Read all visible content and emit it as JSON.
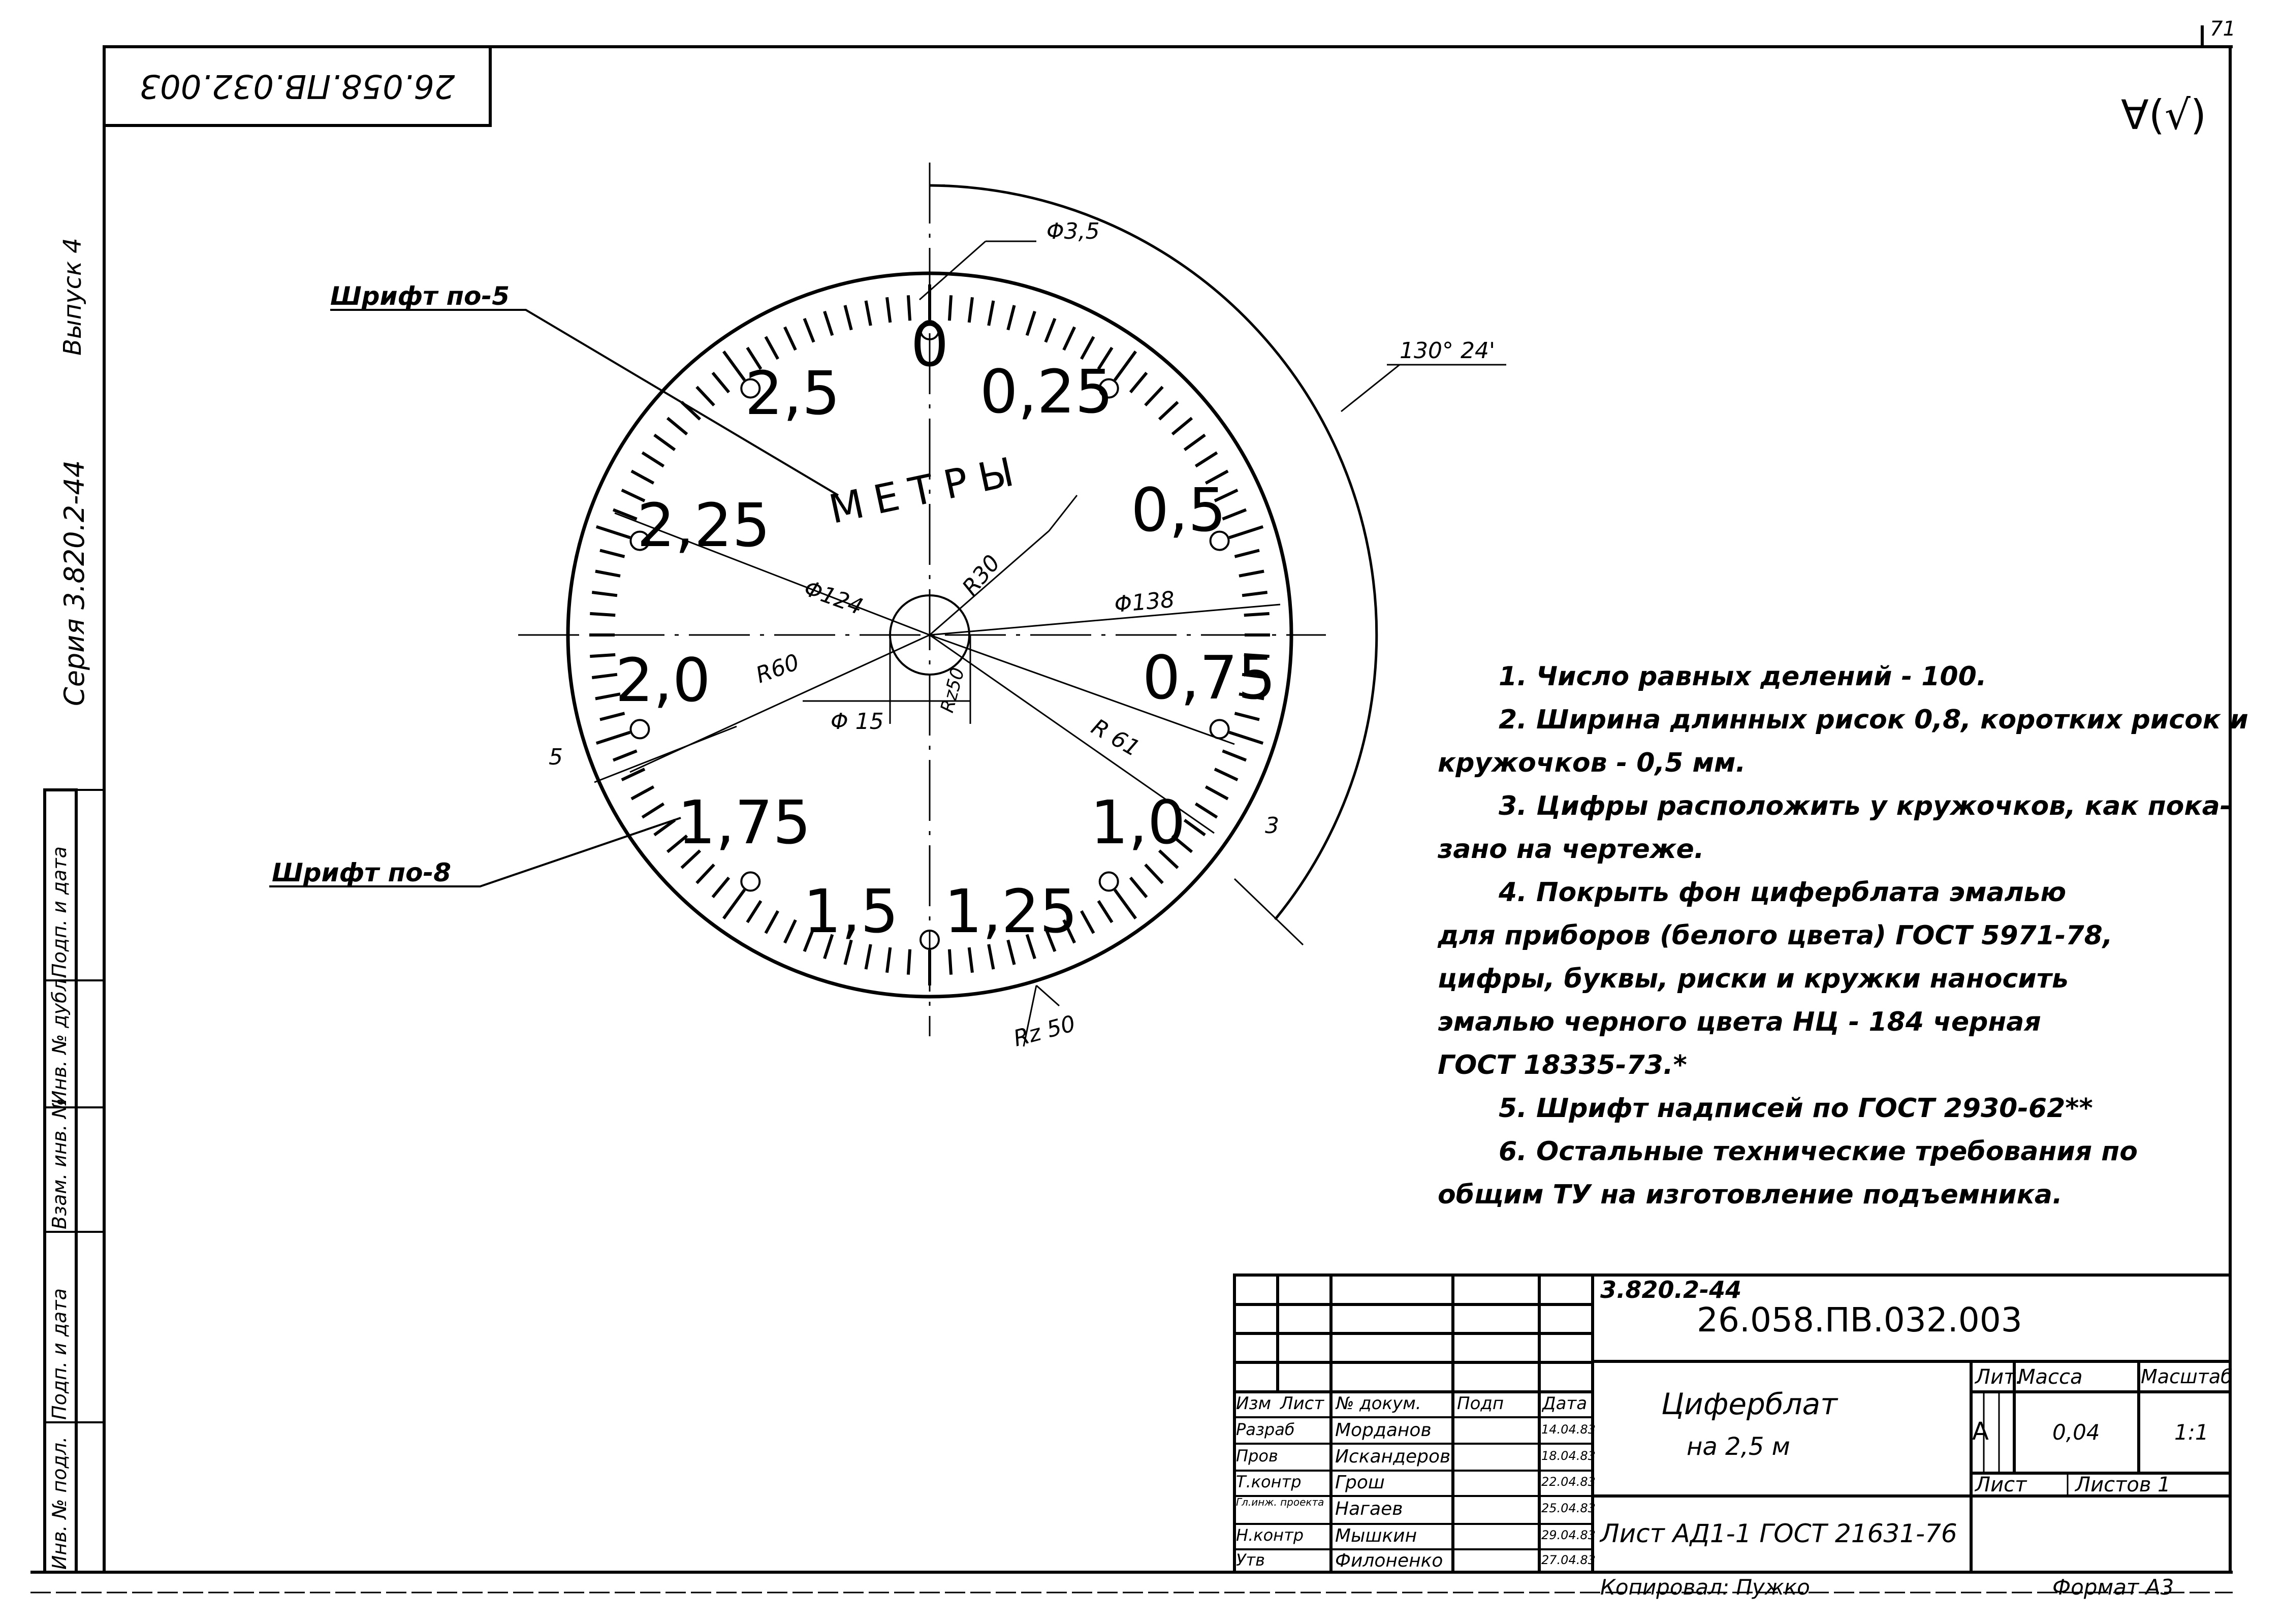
{
  "sheet": {
    "page_number": "71",
    "roughness_mark": "∀(√)",
    "top_stamp": "26.058.ПВ.032.003",
    "left_margin": {
      "series": "Серия 3.820.2-44",
      "issue": "Выпуск 4",
      "stamp_cells": [
        "Подп. и дата",
        "Инв. № дубл.",
        "Взам. инв. №",
        "Подп. и дата",
        "Инв. № подл."
      ]
    }
  },
  "drawing": {
    "dial_numbers": [
      "0",
      "0,25",
      "0,5",
      "0,75",
      "1,0",
      "1,25",
      "1,5",
      "1,75",
      "2,0",
      "2,25",
      "2,5"
    ],
    "unit_label": "МЕТРЫ",
    "callouts": {
      "font5": "Шрифт по-5",
      "font8": "Шрифт по-8"
    },
    "dimensions": {
      "hole_dia": "Φ3,5",
      "angle": "130° 24'",
      "d124": "Φ124",
      "r30": "R30",
      "d138": "Φ138",
      "r60": "R60",
      "d15": "Φ 15",
      "rz50_inner": "Rz50",
      "r61": "R 61",
      "dim5": "5",
      "dim3": "3",
      "rz50_outer": "Rz 50"
    }
  },
  "notes": [
    "1.  Число равных делений - 100.",
    "2.  Ширина длинных рисок 0,8, коротких рисок и",
    "кружочков - 0,5 мм.",
    "3.  Цифры расположить у кружочков, как пока-",
    "зано на  чертеже.",
    "4.  Покрыть фон  циферблата  эмалью",
    "для  приборов (белого цвета)  ГОСТ 5971-78,",
    "цифры, буквы, риски и  кружки  наносить",
    "эмалью  черного  цвета  НЦ - 184 черная",
    "ГОСТ 18335-73.*",
    "5.  Шрифт надписей  по  ГОСТ 2930-62**",
    "6.  Остальные технические требования по",
    "общим ТУ на изготовление подъемника."
  ],
  "title_block": {
    "series_code": "3.820.2-44",
    "designation": "26.058.ПВ.032.003",
    "name_line1": "Циферблат",
    "name_line2": "на  2,5 м",
    "material": "Лист  АД1-1 ГОСТ 21631-76",
    "headers": {
      "izm": "Изм",
      "list": "Лист",
      "doc_no": "№ докум.",
      "sign": "Подп",
      "date": "Дата",
      "lit": "Лит.",
      "mass": "Масса",
      "scale": "Масштаб"
    },
    "lit_value": "А",
    "mass_value": "0,04",
    "scale_value": "1:1",
    "sheet_label": "Лист",
    "sheets_label": "Листов  1",
    "signatures": [
      {
        "role": "Разраб",
        "name": "Морданов",
        "date": "14.04.83"
      },
      {
        "role": "Пров",
        "name": "Искандеров",
        "date": "18.04.83"
      },
      {
        "role": "Т.контр",
        "name": "Грош",
        "date": "22.04.83"
      },
      {
        "role": "Гл.инж. проекта",
        "name": "Нагаев",
        "date": "25.04.83"
      },
      {
        "role": "Н.контр",
        "name": "Мышкин",
        "date": "29.04.83"
      },
      {
        "role": "Утв",
        "name": "Филоненко",
        "date": "27.04.83"
      }
    ],
    "copied_by": "Копировал:  Пужко",
    "format": "Формат  А3"
  }
}
